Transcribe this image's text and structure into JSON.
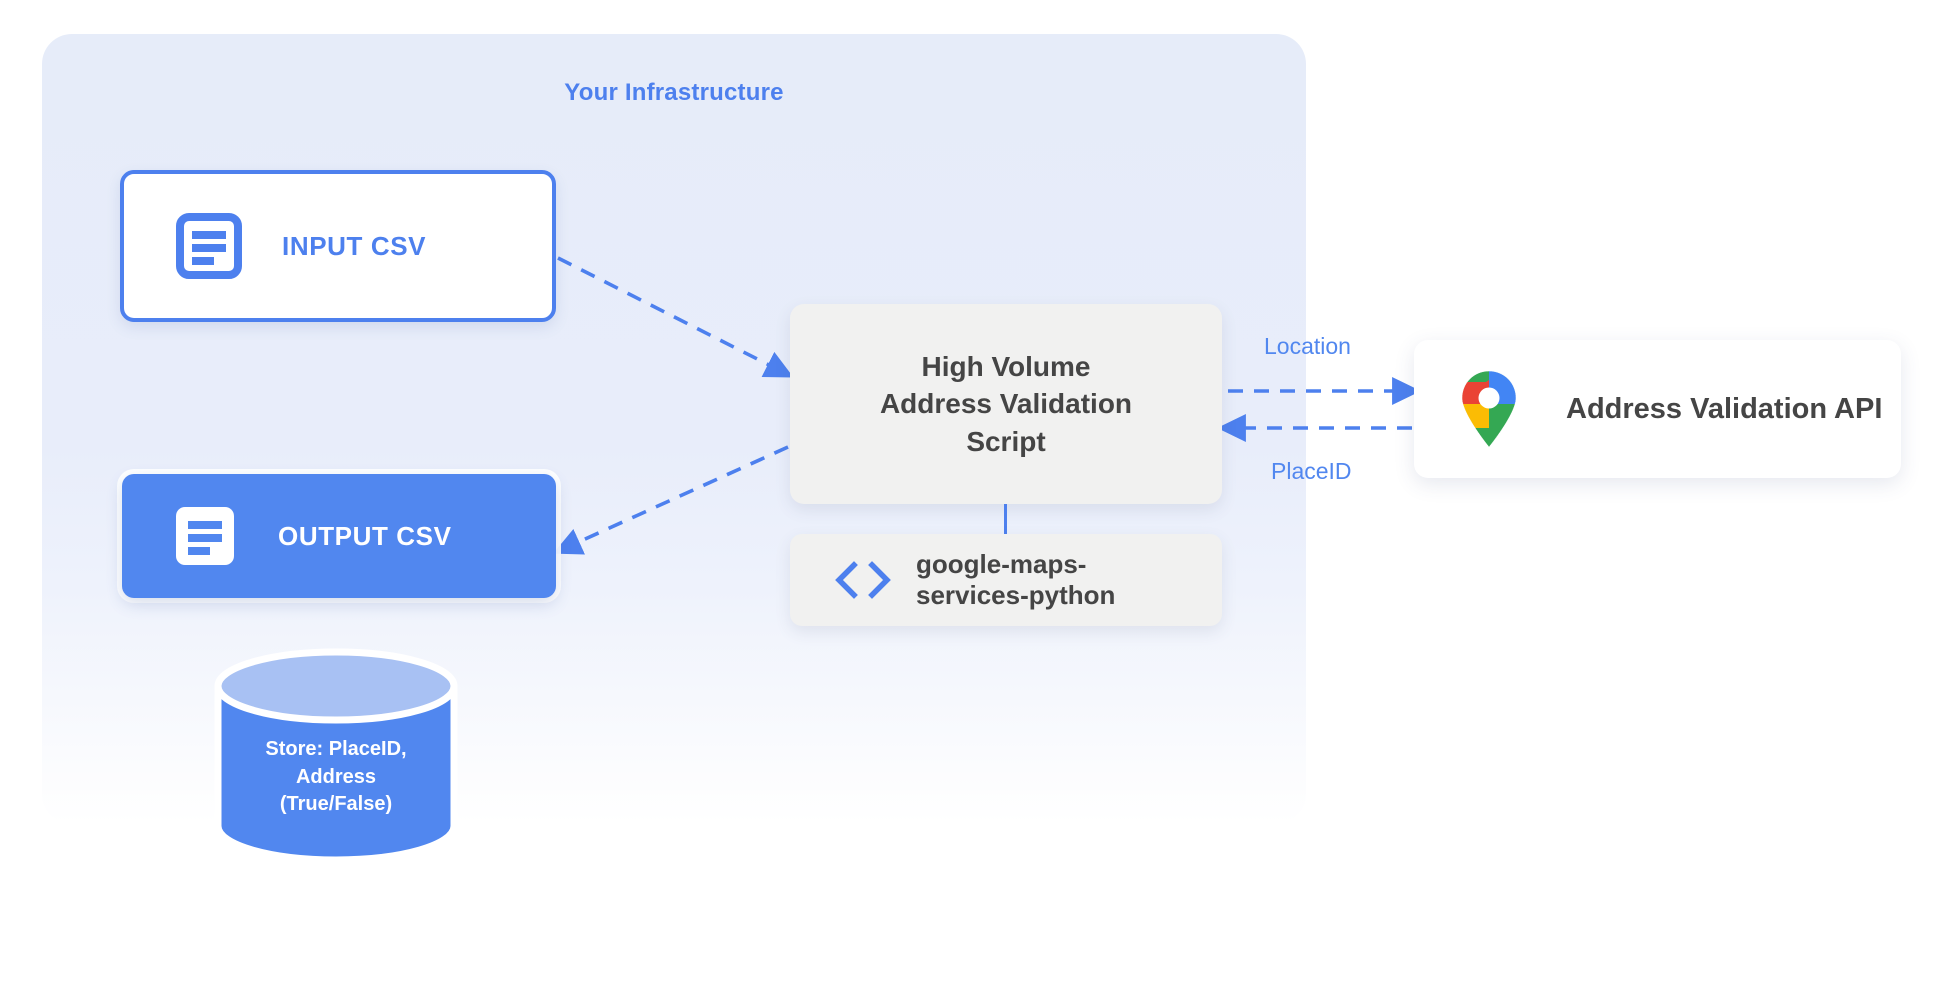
{
  "panel": {
    "title": "Your Infrastructure",
    "accent_color": "#4d80ee",
    "background_color": "#e6ecf9"
  },
  "nodes": {
    "input_csv": {
      "label": "INPUT CSV",
      "icon": "document-icon",
      "text_color": "#4d80ee",
      "background_color": "#ffffff",
      "border_color": "#4d80ee"
    },
    "output_csv": {
      "label": "OUTPUT CSV",
      "icon": "document-icon",
      "text_color": "#ffffff",
      "background_color": "#5187ef"
    },
    "script": {
      "label": "High Volume\nAddress Validation\nScript",
      "background_color": "#f1f1f0",
      "text_color": "#454545"
    },
    "library": {
      "label": "google-maps-\nservices-python",
      "icon": "code-brackets-icon",
      "background_color": "#f1f1f0",
      "text_color": "#454545",
      "icon_color": "#4d80ee"
    },
    "api": {
      "label": "Address Validation API",
      "icon": "google-maps-pin-icon",
      "background_color": "#ffffff",
      "text_color": "#454545"
    },
    "database": {
      "label": "Store: PlaceID,\nAddress\n(True/False)",
      "icon": "database-cylinder-icon",
      "body_color": "#5187ef",
      "top_color": "#a8c1f3",
      "text_color": "#ffffff"
    }
  },
  "connectors": [
    {
      "name": "input-to-script",
      "label": "",
      "style": "dashed",
      "direction": "to-script"
    },
    {
      "name": "script-to-output",
      "label": "",
      "style": "dashed",
      "direction": "to-output"
    },
    {
      "name": "script-to-api",
      "label": "Location",
      "style": "dashed",
      "direction": "right"
    },
    {
      "name": "api-to-script",
      "label": "PlaceID",
      "style": "dashed",
      "direction": "left"
    },
    {
      "name": "script-to-library",
      "label": "",
      "style": "solid",
      "direction": "down"
    }
  ],
  "labels": {
    "location": "Location",
    "placeid": "PlaceID"
  }
}
